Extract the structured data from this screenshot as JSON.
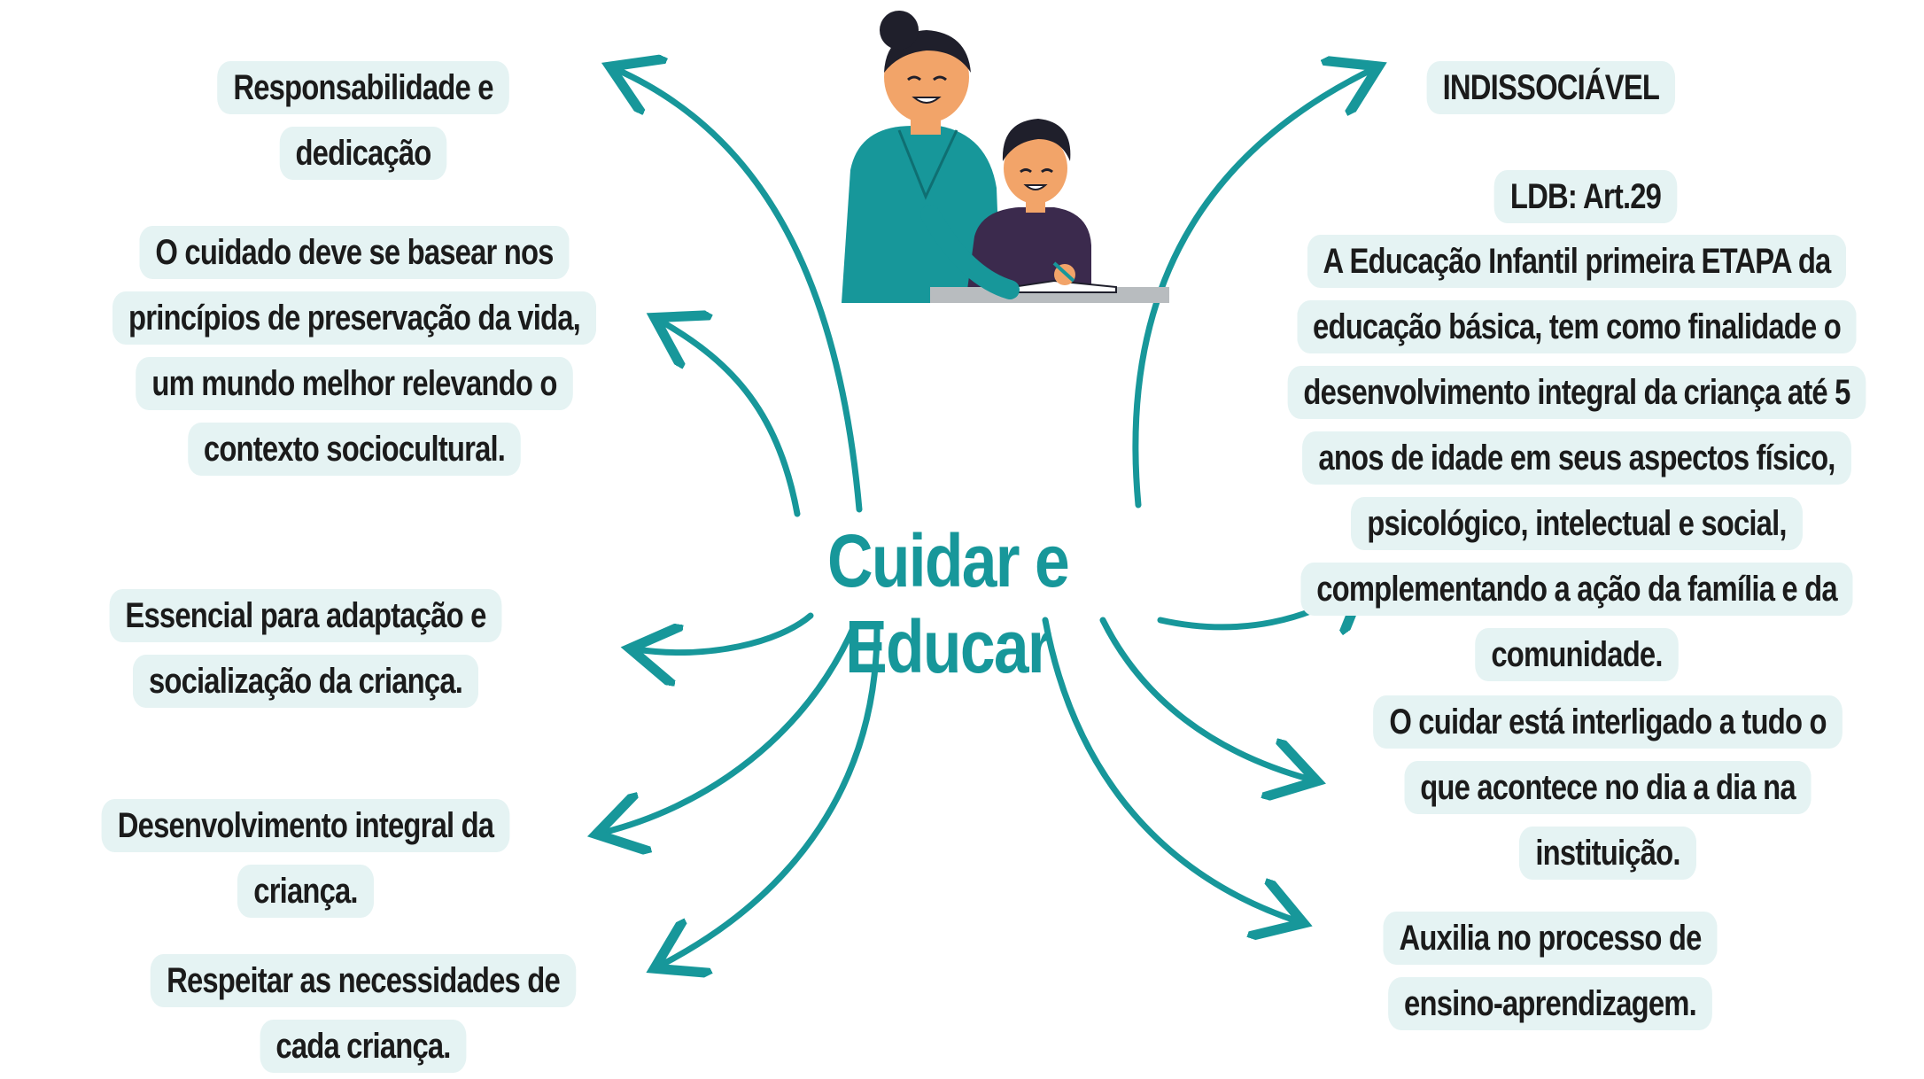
{
  "title": "Cuidar e Educar",
  "colors": {
    "accent": "#17979a",
    "box_fill": "#e5f3f3",
    "text": "#1b1b1b"
  },
  "illustration": "mother-helping-child-study",
  "left": {
    "responsabilidade": "Responsabilidade e dedicação",
    "cuidado": "O cuidado deve se basear nos princípios de preservação da vida, um mundo melhor relevando o contexto sociocultural.",
    "essencial": "Essencial para adaptação e socialização da criança.",
    "desenvolvimento": "Desenvolvimento integral da criança.",
    "respeitar": "Respeitar as necessidades de cada criança."
  },
  "right": {
    "indissociavel": "INDISSOCIÁVEL",
    "ldb_title": "LDB: Art.29",
    "ldb_text": "A Educação Infantil primeira ETAPA da educação básica, tem como finalidade o desenvolvimento integral da criança até 5 anos de idade em seus aspectos físico, psicológico, intelectual e social, complementando a ação da família e da comunidade.",
    "cuidar": "O cuidar está interligado a tudo o que acontece no dia a dia na instituição.",
    "auxilia": "Auxilia no processo de ensino-aprendizagem."
  }
}
